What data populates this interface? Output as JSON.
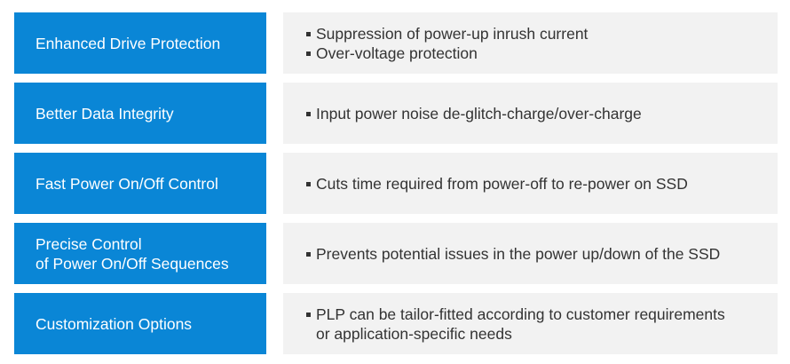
{
  "rows": [
    {
      "label": "Enhanced Drive Protection",
      "bullets": [
        "Suppression of power-up inrush current",
        "Over-voltage protection"
      ]
    },
    {
      "label": "Better Data Integrity",
      "bullets": [
        "Input power noise de-glitch-charge/over-charge"
      ]
    },
    {
      "label": "Fast Power On/Off Control",
      "bullets": [
        "Cuts time required from power-off to re-power on SSD"
      ]
    },
    {
      "label": "Precise Control\nof Power On/Off Sequences",
      "bullets": [
        "Prevents potential issues in the power up/down of the SSD"
      ]
    },
    {
      "label": "Customization Options",
      "bullets": [
        "PLP can be tailor-fitted according to customer requirements\nor application-specific needs"
      ]
    }
  ],
  "colors": {
    "label_bg": "#0a86d6",
    "desc_bg": "#f2f2f2"
  }
}
